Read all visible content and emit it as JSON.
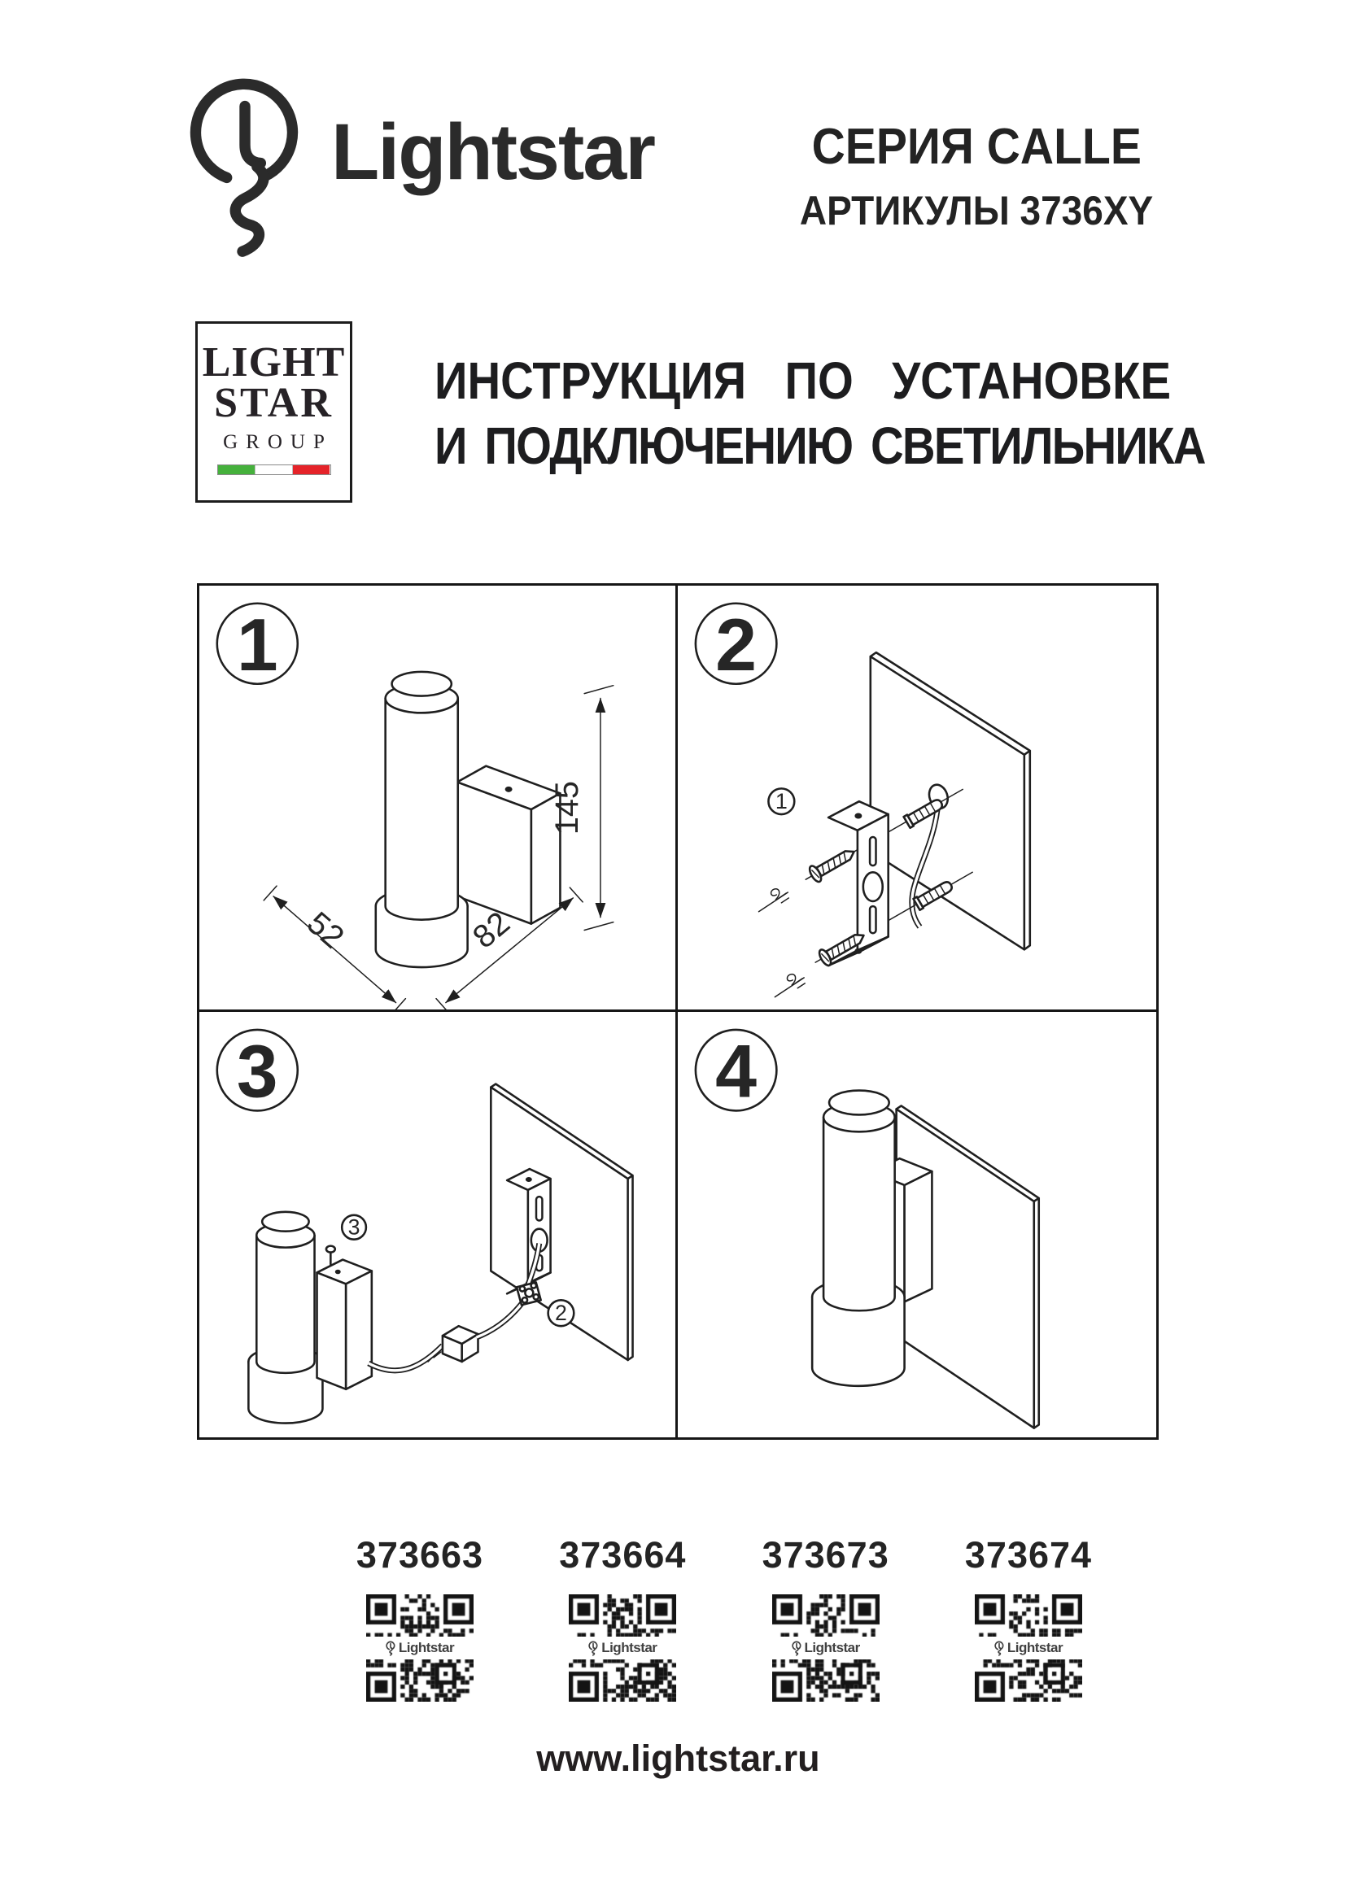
{
  "header": {
    "brand": "Lightstar",
    "series_line1": "СЕРИЯ CALLE",
    "series_line2": "АРТИКУЛЫ 3736XY"
  },
  "group_logo": {
    "word1": "LIGHT",
    "word2": "STAR",
    "word3": "GROUP",
    "flag_colors": {
      "green": "#45b13c",
      "white": "#ffffff",
      "red": "#e52329"
    }
  },
  "title": {
    "line1": "ИНСТРУКЦИЯ ПО УСТАНОВКЕ",
    "line2": "И ПОДКЛЮЧЕНИЮ СВЕТИЛЬНИКА"
  },
  "steps": [
    {
      "number": "1",
      "dimensions": {
        "height_mm": "145",
        "width_mm": "52",
        "depth_mm": "82"
      }
    },
    {
      "number": "2",
      "callout_bracket": "1"
    },
    {
      "number": "3",
      "callouts": {
        "screw": "3",
        "wiring": "2"
      }
    },
    {
      "number": "4"
    }
  ],
  "articles": [
    {
      "number": "373663"
    },
    {
      "number": "373664"
    },
    {
      "number": "373673"
    },
    {
      "number": "373674"
    }
  ],
  "qr": {
    "logo_text": "Lightstar"
  },
  "footer": {
    "url": "www.lightstar.ru"
  }
}
